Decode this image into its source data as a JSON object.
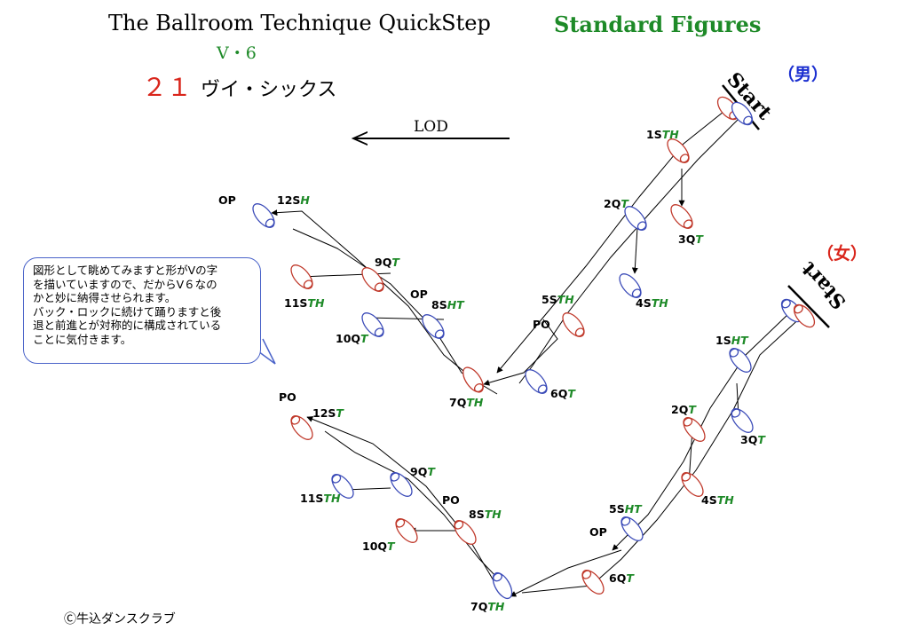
{
  "header": {
    "title": "The Ballroom Technique  QuickStep",
    "subtitle": "Standard Figures",
    "code": "V・6",
    "figure_number": "２１",
    "figure_name": "ヴイ・シックス",
    "lod": "LOD",
    "copyright": "Ⓒ牛込ダンスクラブ"
  },
  "note": {
    "lines": [
      "図形として眺めてみますと形がVの字",
      "を描いていますので、だからV６なの",
      "かと妙に納得させられます。",
      "バック・ロックに続けて踊りますと後",
      "退と前進とが対称的に構成されている",
      "ことに気付きます。"
    ]
  },
  "man": {
    "label": "（男）",
    "start": "Start",
    "steps": [
      {
        "n": "1",
        "timing": "S",
        "tech": "TH"
      },
      {
        "n": "2",
        "timing": "Q",
        "tech": "T"
      },
      {
        "n": "3",
        "timing": "Q",
        "tech": "T"
      },
      {
        "n": "4",
        "timing": "S",
        "tech": "TH"
      },
      {
        "n": "5",
        "timing": "S",
        "tech": "TH"
      },
      {
        "n": "6",
        "timing": "Q",
        "tech": "T"
      },
      {
        "n": "7",
        "timing": "Q",
        "tech": "TH"
      },
      {
        "n": "8",
        "timing": "S",
        "tech": "HT"
      },
      {
        "n": "9",
        "timing": "Q",
        "tech": "T"
      },
      {
        "n": "10",
        "timing": "Q",
        "tech": "T"
      },
      {
        "n": "11",
        "timing": "S",
        "tech": "TH"
      },
      {
        "n": "12",
        "timing": "S",
        "tech": "H"
      }
    ],
    "positions": [
      "OP",
      "OP",
      "PO"
    ]
  },
  "woman": {
    "label": "（女）",
    "start": "Start",
    "steps": [
      {
        "n": "1",
        "timing": "S",
        "tech": "HT"
      },
      {
        "n": "2",
        "timing": "Q",
        "tech": "T"
      },
      {
        "n": "3",
        "timing": "Q",
        "tech": "T"
      },
      {
        "n": "4",
        "timing": "S",
        "tech": "TH"
      },
      {
        "n": "5",
        "timing": "S",
        "tech": "HT"
      },
      {
        "n": "6",
        "timing": "Q",
        "tech": "T"
      },
      {
        "n": "7",
        "timing": "Q",
        "tech": "TH"
      },
      {
        "n": "8",
        "timing": "S",
        "tech": "TH"
      },
      {
        "n": "9",
        "timing": "Q",
        "tech": "T"
      },
      {
        "n": "10",
        "timing": "Q",
        "tech": "T"
      },
      {
        "n": "11",
        "timing": "S",
        "tech": "TH"
      },
      {
        "n": "12",
        "timing": "S",
        "tech": "T"
      }
    ],
    "positions": [
      "PO",
      "PO",
      "OP"
    ]
  },
  "colors": {
    "left_foot": "#3b4bb8",
    "right_foot": "#c0392b",
    "green_text": "#1e8a28",
    "red_text": "#d9261c",
    "blue_text": "#1b2fd0"
  }
}
